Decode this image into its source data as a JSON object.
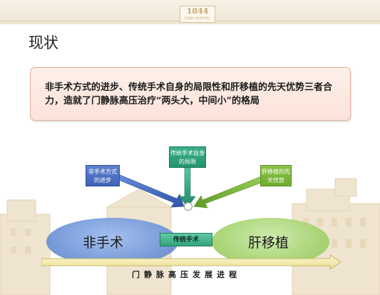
{
  "header": {
    "logo_year": "1844",
    "logo_subtitle": "RENJI HOSPITAL"
  },
  "slide": {
    "title": "现状",
    "summary": "非手术方式的进步、传统手术自身的局限性和肝移植的先天优势三者合力，造就了门静脉高压治疗“两头大，中间小”的格局"
  },
  "diagram": {
    "factor_nonsurgical": "非手术方式的进步",
    "factor_traditional": "传统手术自身的局限",
    "factor_transplant": "肝移植的先天优势",
    "left_label": "非手术",
    "middle_label": "传统手术",
    "right_label": "肝移植",
    "progress_label": "门静脉高压发展进程"
  },
  "colors": {
    "blue": "#4a6fc4",
    "green": "#2ea27c",
    "lime": "#7dbb3b",
    "arrow_yellow": "#f2e9a0"
  }
}
